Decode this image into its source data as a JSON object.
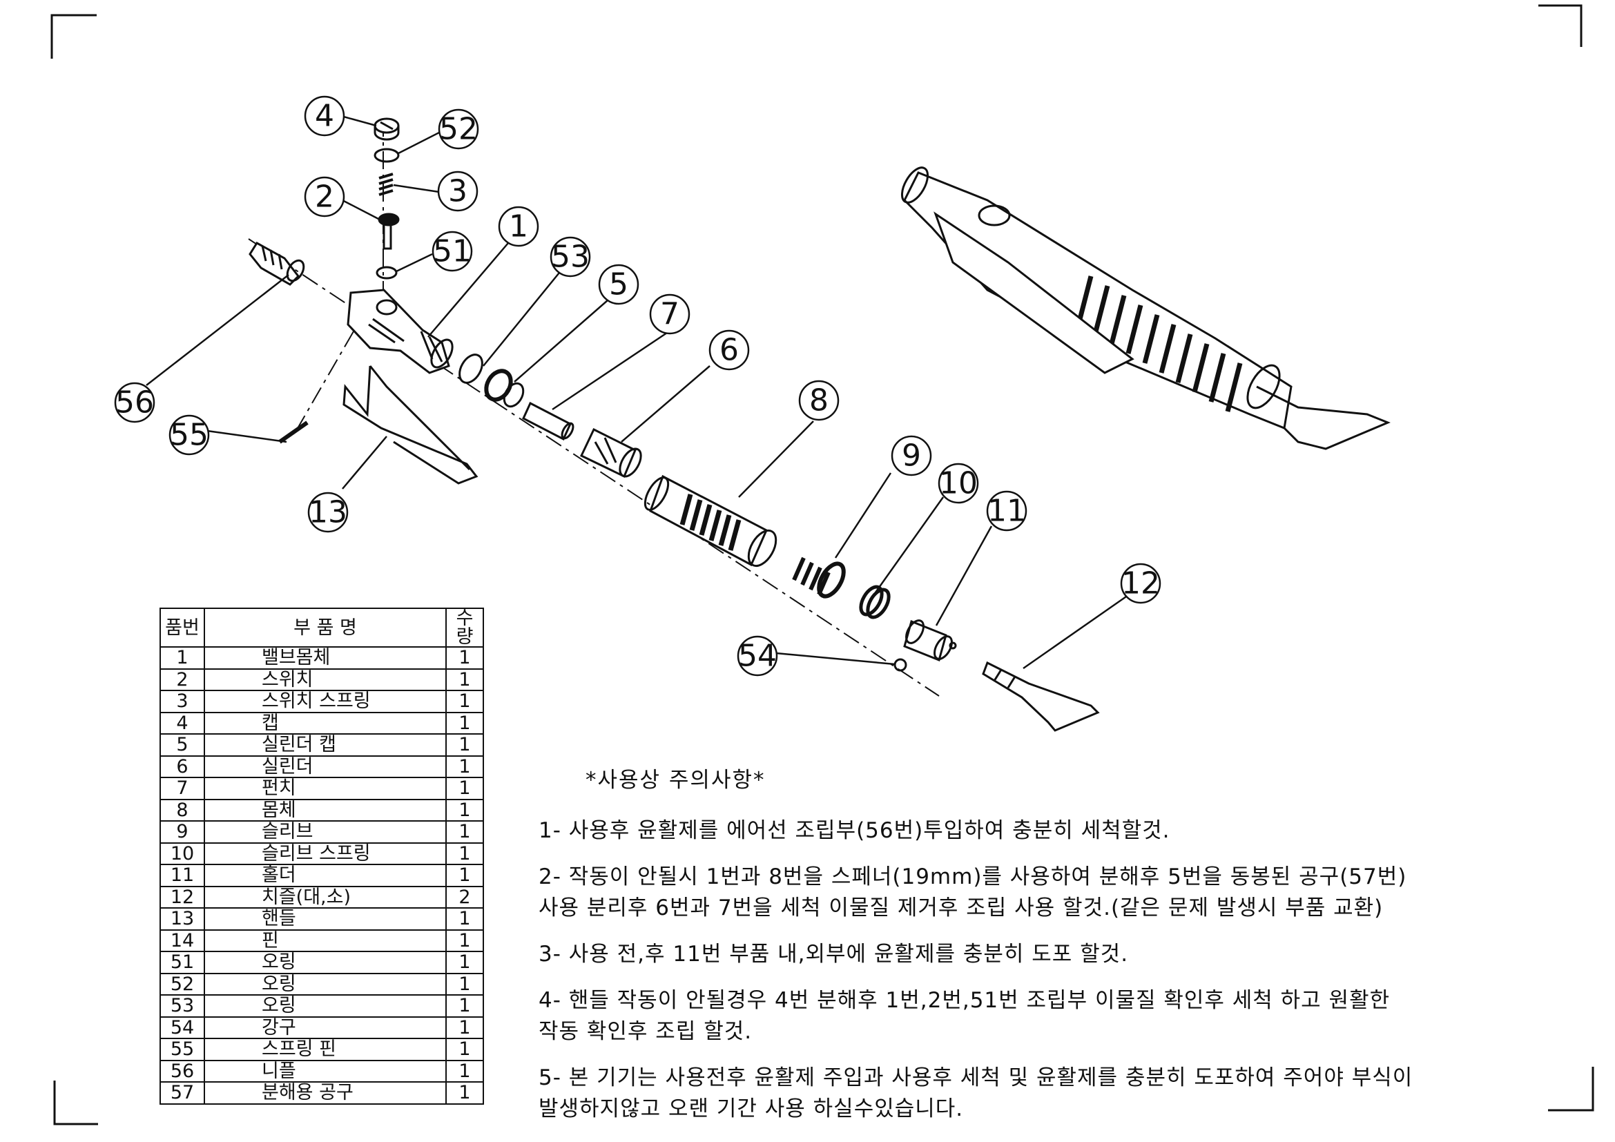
{
  "callouts": [
    {
      "num": "4"
    },
    {
      "num": "52"
    },
    {
      "num": "3"
    },
    {
      "num": "2"
    },
    {
      "num": "51"
    },
    {
      "num": "1"
    },
    {
      "num": "53"
    },
    {
      "num": "5"
    },
    {
      "num": "7"
    },
    {
      "num": "6"
    },
    {
      "num": "8"
    },
    {
      "num": "9"
    },
    {
      "num": "10"
    },
    {
      "num": "11"
    },
    {
      "num": "12"
    },
    {
      "num": "54"
    },
    {
      "num": "56"
    },
    {
      "num": "55"
    },
    {
      "num": "13"
    }
  ],
  "parts_table": {
    "headers": {
      "no": "품번",
      "name": "부 품 명",
      "qty": "수량"
    },
    "rows": [
      {
        "no": "1",
        "name": "밸브몸체",
        "qty": "1"
      },
      {
        "no": "2",
        "name": "스위치",
        "qty": "1"
      },
      {
        "no": "3",
        "name": "스위치 스프링",
        "qty": "1"
      },
      {
        "no": "4",
        "name": "캡",
        "qty": "1"
      },
      {
        "no": "5",
        "name": "실린더 캡",
        "qty": "1"
      },
      {
        "no": "6",
        "name": "실린더",
        "qty": "1"
      },
      {
        "no": "7",
        "name": "펀치",
        "qty": "1"
      },
      {
        "no": "8",
        "name": "몸체",
        "qty": "1"
      },
      {
        "no": "9",
        "name": "슬리브",
        "qty": "1"
      },
      {
        "no": "10",
        "name": "슬리브 스프링",
        "qty": "1"
      },
      {
        "no": "11",
        "name": "홀더",
        "qty": "1"
      },
      {
        "no": "12",
        "name": "치즐(대,소)",
        "qty": "2"
      },
      {
        "no": "13",
        "name": "핸들",
        "qty": "1"
      },
      {
        "no": "14",
        "name": "핀",
        "qty": "1"
      },
      {
        "no": "51",
        "name": "오링",
        "qty": "1"
      },
      {
        "no": "52",
        "name": "오링",
        "qty": "1"
      },
      {
        "no": "53",
        "name": "오링",
        "qty": "1"
      },
      {
        "no": "54",
        "name": "강구",
        "qty": "1"
      },
      {
        "no": "55",
        "name": "스프링 핀",
        "qty": "1"
      },
      {
        "no": "56",
        "name": "니플",
        "qty": "1"
      },
      {
        "no": "57",
        "name": "분해용 공구",
        "qty": "1"
      }
    ]
  },
  "notes": {
    "title": "*사용상 주의사항*",
    "items": [
      {
        "lines": [
          "1- 사용후 윤활제를 에어선 조립부(56번)투입하여 충분히 세척할것."
        ]
      },
      {
        "lines": [
          "2- 작동이 안될시 1번과 8번을 스페너(19mm)를 사용하여 분해후 5번을  동봉된 공구(57번)",
          "사용 분리후 6번과 7번을 세척 이물질 제거후 조립 사용 할것.(같은 문제 발생시 부품 교환)"
        ]
      },
      {
        "lines": [
          "3- 사용 전,후 11번 부품 내,외부에 윤활제를 충분히 도포 할것."
        ]
      },
      {
        "lines": [
          "4- 핸들 작동이 안될경우 4번 분해후 1번,2번,51번 조립부 이물질 확인후 세척 하고 원활한",
          "작동 확인후 조립 할것."
        ]
      },
      {
        "lines": [
          "5- 본 기기는 사용전후 윤활제 주입과 사용후 세척 및 윤활제를 충분히 도포하여 주어야 부식이",
          "발생하지않고 오랜 기간 사용 하실수있습니다."
        ]
      }
    ]
  }
}
